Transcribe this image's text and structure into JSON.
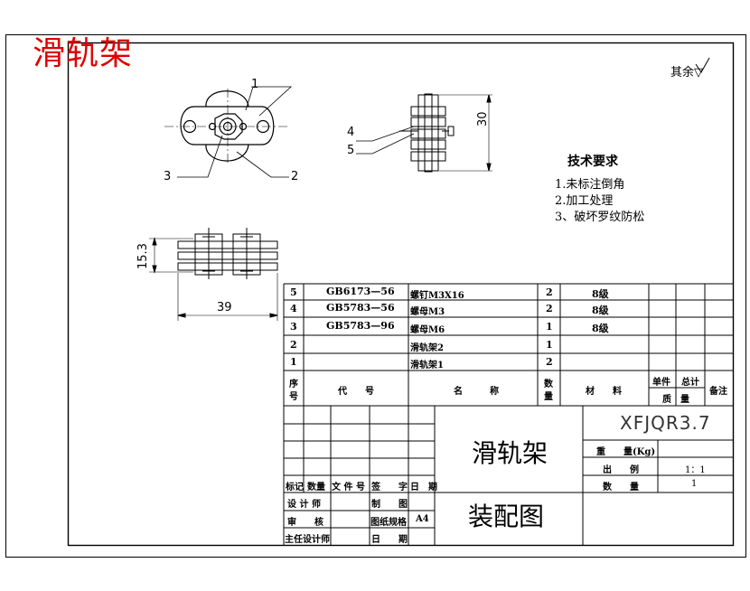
{
  "header": {
    "title": "滑轨架"
  },
  "finish_note": "其余▽",
  "tech": {
    "title": "技术要求",
    "items": [
      "1.未标注倒角",
      "2.加工处理",
      "3、破坏罗纹防松"
    ]
  },
  "dimensions": {
    "height_top_view": "30",
    "height_side": "15.3",
    "width_side": "39"
  },
  "callouts": {
    "c1": "1",
    "c2": "2",
    "c3": "3",
    "c4": "4",
    "c5": "5"
  },
  "bom": {
    "rows": [
      {
        "no": "5",
        "code": "GB6173—56",
        "name": "螺钉M3X16",
        "qty": "2",
        "material": "8级"
      },
      {
        "no": "4",
        "code": "GB5783—56",
        "name": "螺母M3",
        "qty": "2",
        "material": "8级"
      },
      {
        "no": "3",
        "code": "GB5783—96",
        "name": "螺母M6",
        "qty": "1",
        "material": "8级"
      },
      {
        "no": "2",
        "code": "",
        "name": "滑轨架2",
        "qty": "1",
        "material": ""
      },
      {
        "no": "1",
        "code": "",
        "name": "滑轨架1",
        "qty": "2",
        "material": ""
      }
    ],
    "header": {
      "no_l1": "序",
      "no_l2": "号",
      "code": "代　　号",
      "name": "名　　　称",
      "qty_l1": "数",
      "qty_l2": "量",
      "material": "材　　料",
      "unit": "单件",
      "total": "总计",
      "mass": "质　量",
      "remark": "备注"
    }
  },
  "titleblock": {
    "part_name": "滑轨架",
    "drawing_type": "装配图",
    "drawing_code": "XFJQR3.7",
    "weight_label": "重　　量(Kg)",
    "scale_label": "出　　例",
    "scale_value": "1：1",
    "qty_label": "数　　量",
    "qty_value": "1",
    "mark": "标记",
    "count": "数量",
    "doc_no": "文 件 号",
    "sign": "签　　字",
    "date": "日　期",
    "designer": "设 计 师",
    "checker": "审　　核",
    "chief": "主任设计师",
    "draw": "制　　图",
    "sheet_spec": "图纸规格",
    "sheet_size": "A4",
    "date2": "日　　期"
  }
}
